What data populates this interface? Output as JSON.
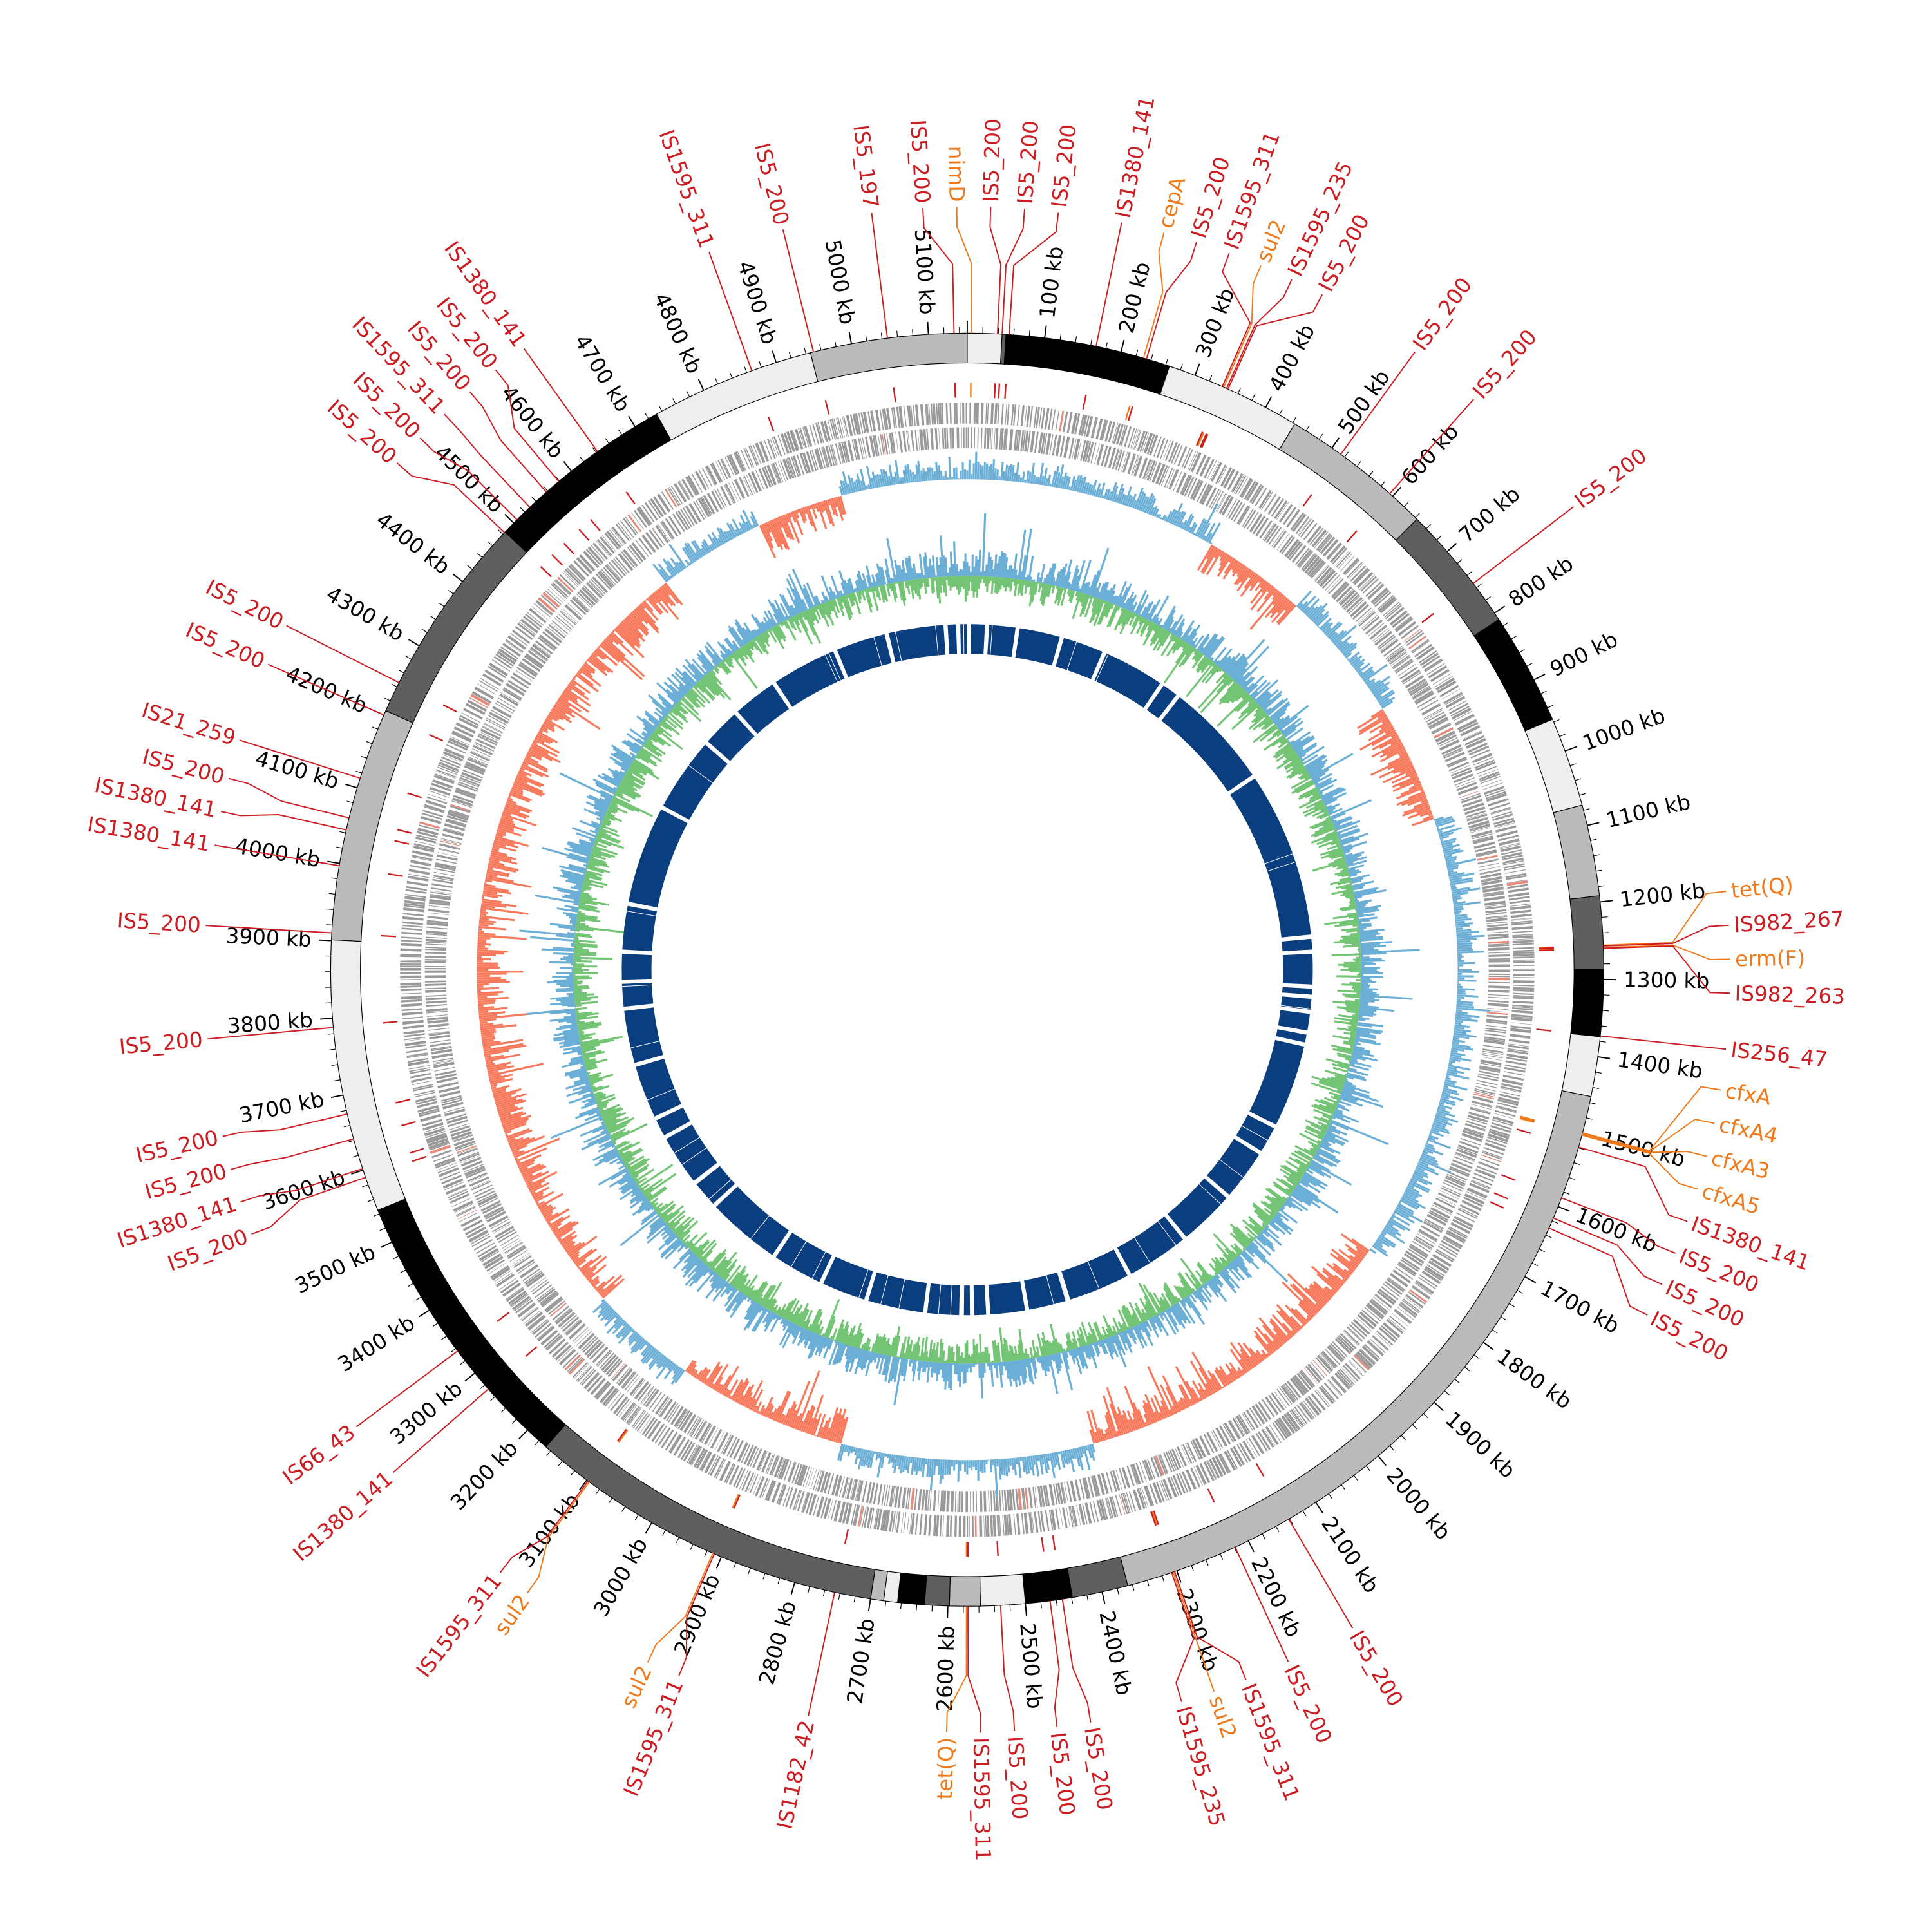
{
  "genome": {
    "length_kb": 5150,
    "tick_major_kb": 100,
    "tick_minor_kb": 20,
    "tick_labels": [
      "100 kb",
      "200 kb",
      "300 kb",
      "400 kb",
      "500 kb",
      "600 kb",
      "700 kb",
      "800 kb",
      "900 kb",
      "1000 kb",
      "1100 kb",
      "1200 kb",
      "1300 kb",
      "1400 kb",
      "1500 kb",
      "1600 kb",
      "1700 kb",
      "1800 kb",
      "1900 kb",
      "2000 kb",
      "2100 kb",
      "2200 kb",
      "2300 kb",
      "2400 kb",
      "2500 kb",
      "2600 kb",
      "2700 kb",
      "2800 kb",
      "2900 kb",
      "3000 kb",
      "3100 kb",
      "3200 kb",
      "3300 kb",
      "3400 kb",
      "3500 kb",
      "3600 kb",
      "3700 kb",
      "3800 kb",
      "3900 kb",
      "4000 kb",
      "4100 kb",
      "4200 kb",
      "4300 kb",
      "4400 kb",
      "4500 kb",
      "4600 kb",
      "4700 kb",
      "4800 kb",
      "4900 kb",
      "5000 kb",
      "5100 kb"
    ]
  },
  "colors": {
    "is_element": "#cc1d22",
    "resistance_gene": "#f07a1a",
    "shade_black": "#000000",
    "shade_dark": "#5f5f5f",
    "shade_mid": "#bbbbbb",
    "shade_light": "#eeeeee",
    "genes": "#999999",
    "skew_pos": "#6baed6",
    "skew_neg": "#f7785a",
    "gc_pos": "#6baed6",
    "gc_neg": "#74c476",
    "contigs": "#0b3e7e"
  },
  "segments": [
    {
      "start": 0,
      "end": 45,
      "shade": "light"
    },
    {
      "start": 45,
      "end": 50,
      "shade": "dark"
    },
    {
      "start": 50,
      "end": 265,
      "shade": "black"
    },
    {
      "start": 265,
      "end": 443,
      "shade": "light"
    },
    {
      "start": 443,
      "end": 643,
      "shade": "mid"
    },
    {
      "start": 643,
      "end": 810,
      "shade": "dark"
    },
    {
      "start": 810,
      "end": 956,
      "shade": "black"
    },
    {
      "start": 956,
      "end": 1073,
      "shade": "light"
    },
    {
      "start": 1073,
      "end": 1192,
      "shade": "mid"
    },
    {
      "start": 1192,
      "end": 1287,
      "shade": "dark"
    },
    {
      "start": 1287,
      "end": 1374,
      "shade": "black"
    },
    {
      "start": 1374,
      "end": 1452,
      "shade": "light"
    },
    {
      "start": 1452,
      "end": 2366,
      "shade": "mid"
    },
    {
      "start": 2366,
      "end": 2439,
      "shade": "dark"
    },
    {
      "start": 2439,
      "end": 2500,
      "shade": "black"
    },
    {
      "start": 2500,
      "end": 2558,
      "shade": "light"
    },
    {
      "start": 2558,
      "end": 2598,
      "shade": "mid"
    },
    {
      "start": 2598,
      "end": 2630,
      "shade": "dark"
    },
    {
      "start": 2630,
      "end": 2665,
      "shade": "black"
    },
    {
      "start": 2665,
      "end": 2683,
      "shade": "light"
    },
    {
      "start": 2683,
      "end": 2700,
      "shade": "mid"
    },
    {
      "start": 2700,
      "end": 3168,
      "shade": "dark"
    },
    {
      "start": 3168,
      "end": 3545,
      "shade": "black"
    },
    {
      "start": 3545,
      "end": 3901,
      "shade": "light"
    },
    {
      "start": 3901,
      "end": 4206,
      "shade": "mid"
    },
    {
      "start": 4206,
      "end": 4484,
      "shade": "dark"
    },
    {
      "start": 4484,
      "end": 4732,
      "shade": "black"
    },
    {
      "start": 4732,
      "end": 4946,
      "shade": "light"
    },
    {
      "start": 4946,
      "end": 5150,
      "shade": "mid"
    }
  ],
  "features": [
    {
      "name": "IS5_200",
      "pos": 5133,
      "type": "is_element"
    },
    {
      "name": "nimD",
      "pos": 5,
      "type": "resistance_gene"
    },
    {
      "name": "IS5_200",
      "pos": 39,
      "type": "is_element"
    },
    {
      "name": "IS5_200",
      "pos": 45,
      "type": "is_element"
    },
    {
      "name": "IS5_200",
      "pos": 54,
      "type": "is_element"
    },
    {
      "name": "IS1380_141",
      "pos": 167,
      "type": "is_element"
    },
    {
      "name": "cepA",
      "pos": 230,
      "type": "resistance_gene"
    },
    {
      "name": "IS5_200",
      "pos": 234,
      "type": "is_element"
    },
    {
      "name": "IS1595_311",
      "pos": 338,
      "type": "is_element"
    },
    {
      "name": "sul2",
      "pos": 340,
      "type": "resistance_gene"
    },
    {
      "name": "IS1595_235",
      "pos": 344,
      "type": "is_element"
    },
    {
      "name": "IS5_200",
      "pos": 346,
      "type": "is_element"
    },
    {
      "name": "IS5_200",
      "pos": 514,
      "type": "is_element"
    },
    {
      "name": "IS5_200",
      "pos": 595,
      "type": "is_element"
    },
    {
      "name": "IS5_200",
      "pos": 753,
      "type": "is_element"
    },
    {
      "name": "tet(Q)",
      "pos": 1256,
      "type": "resistance_gene"
    },
    {
      "name": "IS982_267",
      "pos": 1257,
      "type": "is_element"
    },
    {
      "name": "erm(F)",
      "pos": 1259,
      "type": "resistance_gene"
    },
    {
      "name": "IS982_263",
      "pos": 1260,
      "type": "is_element"
    },
    {
      "name": "IS256_47",
      "pos": 1373,
      "type": "is_element"
    },
    {
      "name": "cfxA",
      "pos": 1500,
      "type": "resistance_gene"
    },
    {
      "name": "cfxA4",
      "pos": 1501,
      "type": "resistance_gene"
    },
    {
      "name": "cfxA3",
      "pos": 1502,
      "type": "resistance_gene"
    },
    {
      "name": "cfxA5",
      "pos": 1503,
      "type": "resistance_gene"
    },
    {
      "name": "IS1380_141",
      "pos": 1519,
      "type": "is_element"
    },
    {
      "name": "IS5_200",
      "pos": 1588,
      "type": "is_element"
    },
    {
      "name": "IS5_200",
      "pos": 1616,
      "type": "is_element"
    },
    {
      "name": "IS5_200",
      "pos": 1630,
      "type": "is_element"
    },
    {
      "name": "IS5_200",
      "pos": 2141,
      "type": "is_element"
    },
    {
      "name": "IS5_200",
      "pos": 2219,
      "type": "is_element"
    },
    {
      "name": "IS1595_311",
      "pos": 2303,
      "type": "is_element"
    },
    {
      "name": "sul2",
      "pos": 2305,
      "type": "resistance_gene"
    },
    {
      "name": "IS1595_235",
      "pos": 2307,
      "type": "is_element"
    },
    {
      "name": "IS5_200",
      "pos": 2452,
      "type": "is_element"
    },
    {
      "name": "IS5_200",
      "pos": 2468,
      "type": "is_element"
    },
    {
      "name": "IS5_200",
      "pos": 2532,
      "type": "is_element"
    },
    {
      "name": "IS1595_311",
      "pos": 2574,
      "type": "is_element"
    },
    {
      "name": "tet(Q)",
      "pos": 2576,
      "type": "resistance_gene"
    },
    {
      "name": "IS1182_42",
      "pos": 2747,
      "type": "is_element"
    },
    {
      "name": "IS1595_311",
      "pos": 2910,
      "type": "is_element"
    },
    {
      "name": "sul2",
      "pos": 2912,
      "type": "resistance_gene"
    },
    {
      "name": "sul2",
      "pos": 3096,
      "type": "resistance_gene"
    },
    {
      "name": "IS1595_311",
      "pos": 3098,
      "type": "is_element"
    },
    {
      "name": "IS1380_141",
      "pos": 3273,
      "type": "is_element"
    },
    {
      "name": "IS66_43",
      "pos": 3336,
      "type": "is_element"
    },
    {
      "name": "IS5_200",
      "pos": 3590,
      "type": "is_element"
    },
    {
      "name": "IS1380_141",
      "pos": 3602,
      "type": "is_element"
    },
    {
      "name": "IS5_200",
      "pos": 3642,
      "type": "is_element"
    },
    {
      "name": "IS5_200",
      "pos": 3675,
      "type": "is_element"
    },
    {
      "name": "IS5_200",
      "pos": 3788,
      "type": "is_element"
    },
    {
      "name": "IS5_200",
      "pos": 3910,
      "type": "is_element"
    },
    {
      "name": "IS1380_141",
      "pos": 3997,
      "type": "is_element"
    },
    {
      "name": "IS1380_141",
      "pos": 4044,
      "type": "is_element"
    },
    {
      "name": "IS5_200",
      "pos": 4060,
      "type": "is_element"
    },
    {
      "name": "IS21_259",
      "pos": 4113,
      "type": "is_element"
    },
    {
      "name": "IS5_200",
      "pos": 4200,
      "type": "is_element"
    },
    {
      "name": "IS5_200",
      "pos": 4246,
      "type": "is_element"
    },
    {
      "name": "IS5_200",
      "pos": 4483,
      "type": "is_element"
    },
    {
      "name": "IS5_200",
      "pos": 4506,
      "type": "is_element"
    },
    {
      "name": "IS1595_311",
      "pos": 4529,
      "type": "is_element"
    },
    {
      "name": "IS5_200",
      "pos": 4558,
      "type": "is_element"
    },
    {
      "name": "IS5_200",
      "pos": 4579,
      "type": "is_element"
    },
    {
      "name": "IS1380_141",
      "pos": 4642,
      "type": "is_element"
    },
    {
      "name": "IS1595_311",
      "pos": 4867,
      "type": "is_element"
    },
    {
      "name": "IS5_200",
      "pos": 4950,
      "type": "is_element"
    },
    {
      "name": "IS5_197",
      "pos": 5047,
      "type": "is_element"
    }
  ]
}
